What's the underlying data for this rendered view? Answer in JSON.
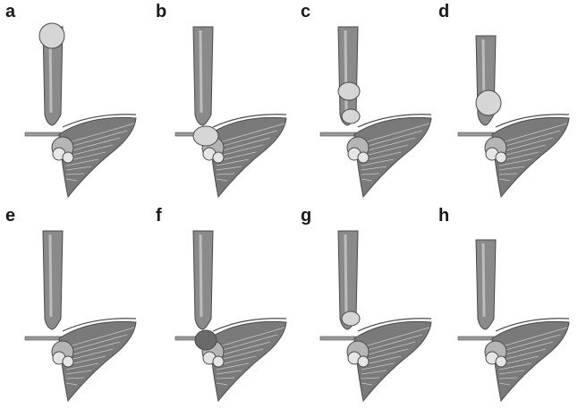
{
  "figure": {
    "panels": [
      {
        "label": "a",
        "bolus": "top"
      },
      {
        "label": "b",
        "bolus": "bottom"
      },
      {
        "label": "c",
        "bolus": "middle-double"
      },
      {
        "label": "d",
        "bolus": "lower"
      },
      {
        "label": "e",
        "bolus": "none"
      },
      {
        "label": "f",
        "bolus": "bottom-dark"
      },
      {
        "label": "g",
        "bolus": "small-low"
      },
      {
        "label": "h",
        "bolus": "none-lower"
      }
    ],
    "colors": {
      "stroke": "#4a4a4a",
      "tube_fill": "#8a8a8a",
      "tube_shade": "#bdbdbd",
      "bolus_fill": "#d6d6d6",
      "leaf_fill": "#7a7a7a",
      "bar_fill": "#9a9a9a"
    }
  }
}
